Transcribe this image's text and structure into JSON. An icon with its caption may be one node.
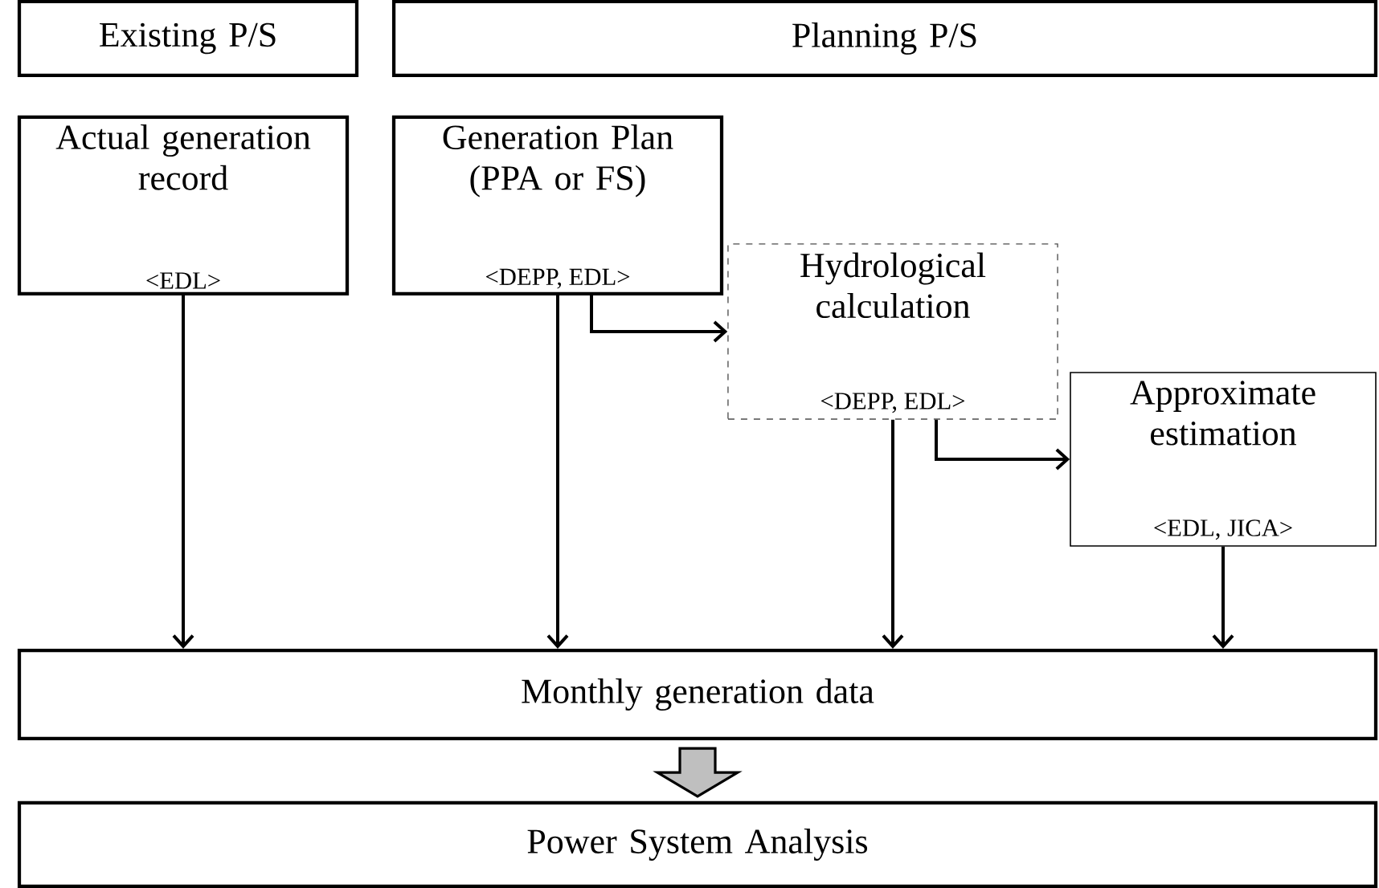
{
  "diagram": {
    "nodes": [
      {
        "text": [
          "Existing P/S"
        ]
      },
      {
        "text": [
          "Planning P/S"
        ]
      },
      {
        "text": [
          "Actual generation record",
          "<EDL>"
        ]
      },
      {
        "text": [
          "Generation Plan (PPA or FS)",
          "<DEPP, EDL>"
        ]
      },
      {
        "text": [
          "Hydrological calculation",
          "<DEPP, EDL>"
        ]
      },
      {
        "text": [
          "Approximate estimation",
          "<EDL, JICA>"
        ]
      },
      {
        "text": [
          "Monthly generation data"
        ]
      },
      {
        "text": [
          "Power System Analysis"
        ]
      }
    ],
    "edges": [
      {
        "from": 2,
        "to": 6,
        "arrow": "to"
      },
      {
        "from": 3,
        "to": 6,
        "arrow": "to"
      },
      {
        "from": 3,
        "to": 4,
        "arrow": "to"
      },
      {
        "from": 4,
        "to": 6,
        "arrow": "to"
      },
      {
        "from": 4,
        "to": 5,
        "arrow": "to"
      },
      {
        "from": 5,
        "to": 6,
        "arrow": "to"
      },
      {
        "from": 6,
        "to": 7,
        "arrow": "to",
        "style": "thick",
        "color": "#bfbfbf"
      }
    ]
  }
}
